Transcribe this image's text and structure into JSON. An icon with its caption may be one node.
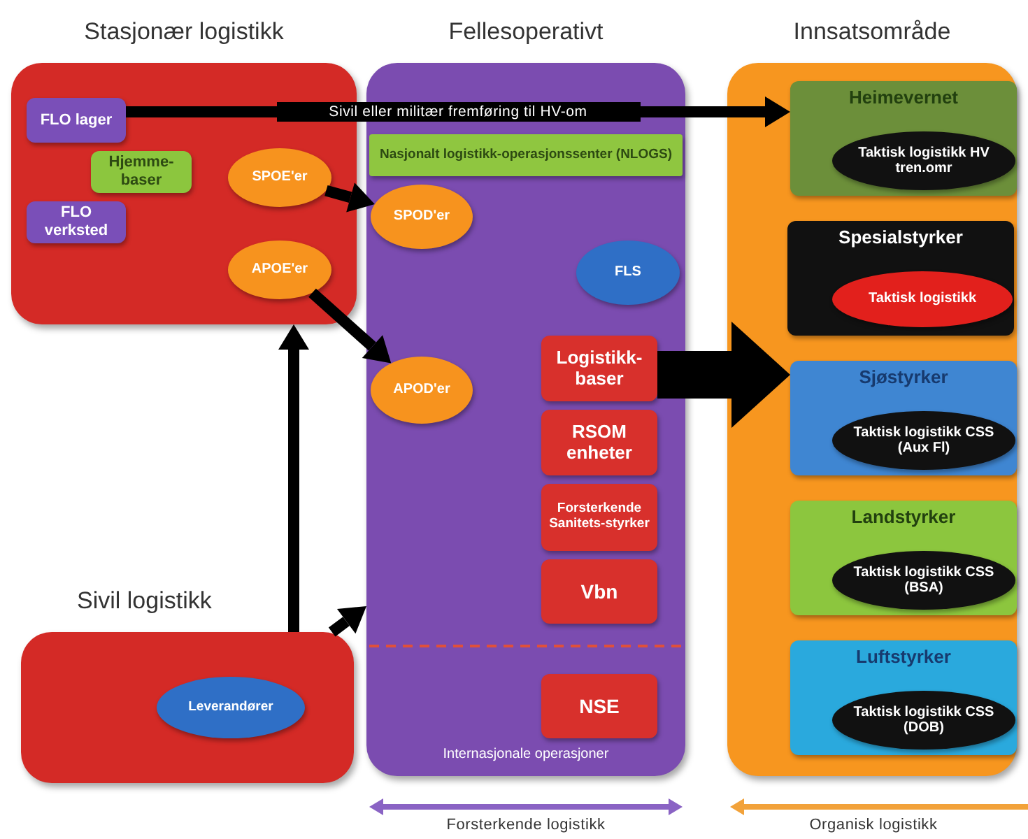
{
  "diagram": {
    "nodes": [
      {
        "text": [
          "Stasjonær logistikk"
        ]
      },
      {
        "text": [
          "FLO lager"
        ],
        "in": 0
      },
      {
        "text": [
          "Hjemme-baser"
        ],
        "in": 0
      },
      {
        "text": [
          "FLO verksted"
        ],
        "in": 0
      },
      {
        "text": [
          "SPOE'er"
        ],
        "in": 0
      },
      {
        "text": [
          "APOE'er"
        ],
        "in": 0
      },
      {
        "text": [
          "Fellesoperativt",
          "Internasjonale operasjoner"
        ]
      },
      {
        "text": [
          "Nasjonalt logistikk-operasjonssenter (NLOGS)"
        ],
        "in": 6
      },
      {
        "text": [
          "SPOD'er"
        ],
        "in": 6
      },
      {
        "text": [
          "FLS"
        ],
        "in": 6
      },
      {
        "text": [
          "APOD'er"
        ],
        "in": 6
      },
      {
        "text": [
          "Logistikk-baser"
        ],
        "in": 6
      },
      {
        "text": [
          "RSOM enheter"
        ],
        "in": 6
      },
      {
        "text": [
          "Forsterkende Sanitets-styrker"
        ],
        "in": 6
      },
      {
        "text": [
          "Vbn"
        ],
        "in": 6
      },
      {
        "text": [
          "NSE"
        ],
        "in": 6
      },
      {
        "text": [
          "Innsatsområde"
        ]
      },
      {
        "text": [
          "Heimevernet"
        ],
        "in": 16
      },
      {
        "text": [
          "Taktisk logistikk HV tren.omr"
        ],
        "in": 17
      },
      {
        "text": [
          "Spesialstyrker"
        ],
        "in": 16
      },
      {
        "text": [
          "Taktisk logistikk"
        ],
        "in": 19
      },
      {
        "text": [
          "Sjøstyrker"
        ],
        "in": 16
      },
      {
        "text": [
          "Taktisk logistikk CSS (Aux Fl)"
        ],
        "in": 21
      },
      {
        "text": [
          "Landstyrker"
        ],
        "in": 16
      },
      {
        "text": [
          "Taktisk logistikk CSS (BSA)"
        ],
        "in": 23
      },
      {
        "text": [
          "Luftstyrker"
        ],
        "in": 16
      },
      {
        "text": [
          "Taktisk logistikk CSS (DOB)"
        ],
        "in": 25
      },
      {
        "text": [
          "Sivil logistikk"
        ]
      },
      {
        "text": [
          "Leverandører"
        ],
        "in": 27
      }
    ],
    "edges": [
      {
        "from": 1,
        "to": 17,
        "arrow": "to",
        "label": "Sivil eller militær fremføring til HV-om"
      },
      {
        "from": 4,
        "to": 8,
        "arrow": "to"
      },
      {
        "from": 5,
        "to": 10,
        "arrow": "to"
      },
      {
        "from": 27,
        "to": 0,
        "arrow": "to"
      },
      {
        "from": 27,
        "to": 6,
        "arrow": "to"
      },
      {
        "from": 11,
        "to": 21,
        "arrow": "to",
        "style": "thick"
      }
    ],
    "labels": [
      "Forsterkende logistikk",
      "Organisk logistikk"
    ]
  }
}
